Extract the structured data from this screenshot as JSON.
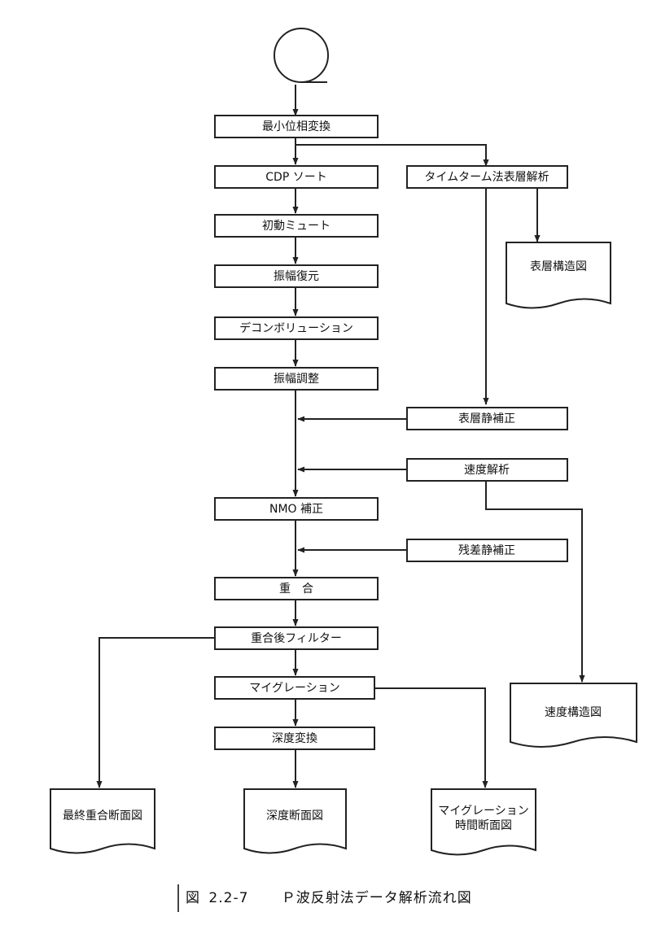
{
  "diagram": {
    "process_boxes": [
      "最小位相変換",
      "CDP ソート",
      "初動ミュート",
      "振幅復元",
      "デコンボリューション",
      "振幅調整",
      "NMO 補正",
      "重　合",
      "重合後フィルター",
      "マイグレーション",
      "深度変換"
    ],
    "side_boxes": [
      "タイムターム法表層解析",
      "表層静補正",
      "速度解析",
      "残差静補正"
    ],
    "outputs": {
      "surface_structure": "表層構造図",
      "velocity_structure": "速度構造図",
      "final_stack": "最終重合断面図",
      "depth_section": "深度断面図",
      "migration_time_1": "マイグレーション",
      "migration_time_2": "時間断面図"
    }
  },
  "caption": {
    "figure_label": "図",
    "figure_number": "2.2-7",
    "title": "Ｐ波反射法データ解析流れ図"
  }
}
